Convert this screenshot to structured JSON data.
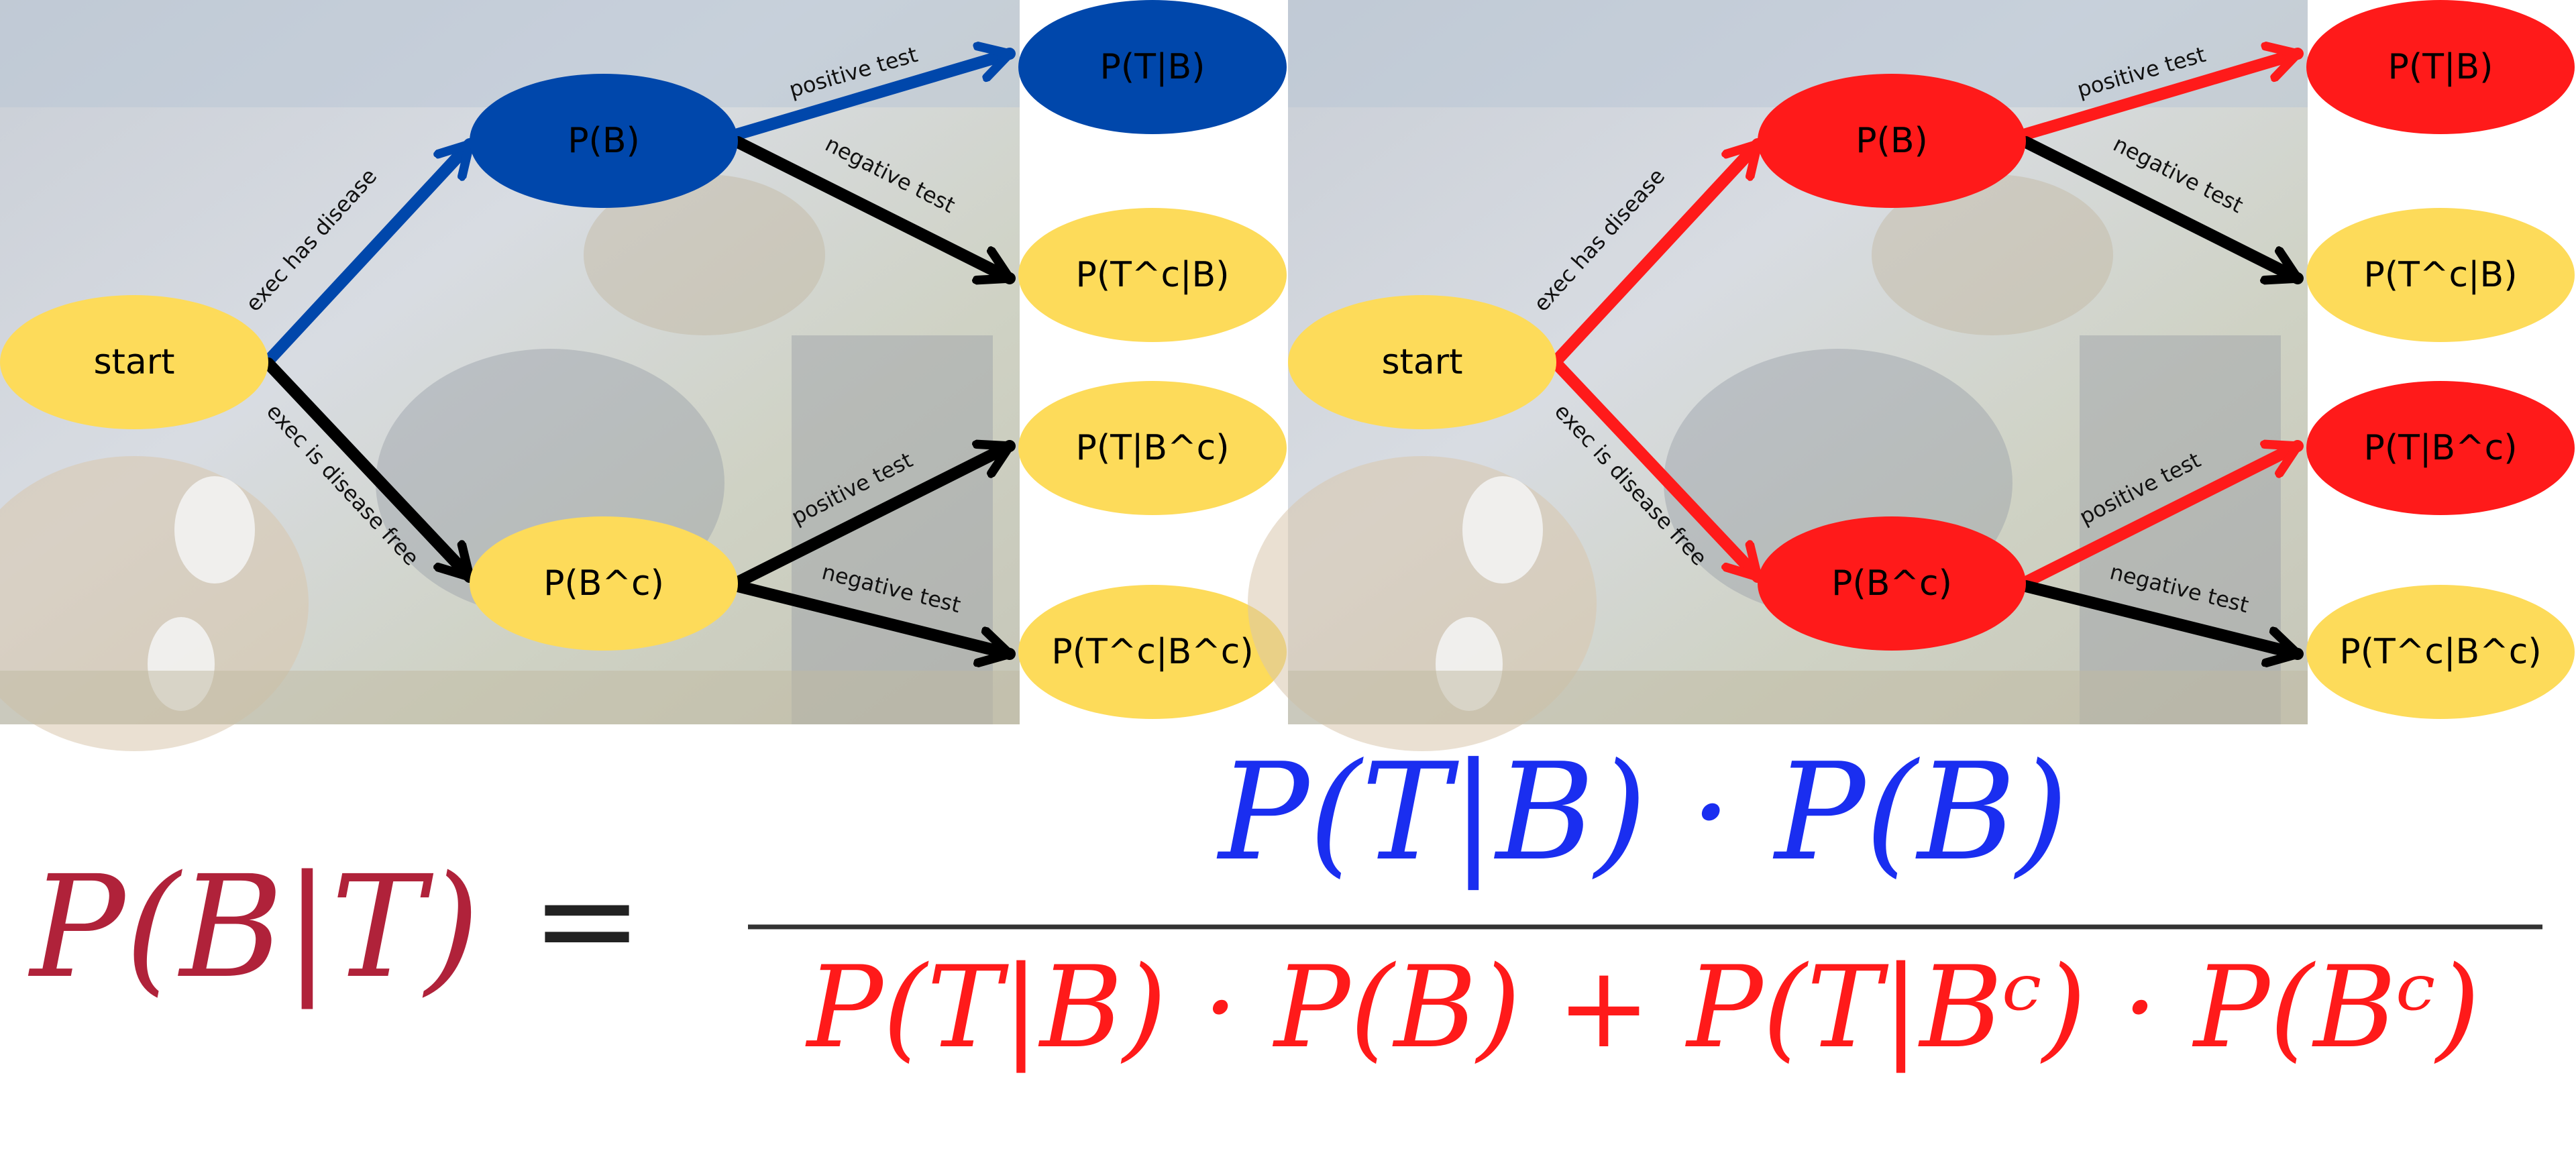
{
  "colors": {
    "blue": "#0047ab",
    "red": "#ff1a1a",
    "yellow": "#fddb5a",
    "black": "#000000",
    "bar_rule": "#333333"
  },
  "tree_left": {
    "start": "start",
    "b": "P(B)",
    "bc": "P(B^c)",
    "t_b": "P(T|B)",
    "tc_b": "P(T^c|B)",
    "t_bc": "P(T|B^c)",
    "tc_bc": "P(T^c|B^c)",
    "edge_has": "exec has disease",
    "edge_free": "exec is disease free",
    "pos1": "positive test",
    "neg1": "negative test",
    "pos2": "positive test",
    "neg2": "negative test"
  },
  "tree_right": {
    "start": "start",
    "b": "P(B)",
    "bc": "P(B^c)",
    "t_b": "P(T|B)",
    "tc_b": "P(T^c|B)",
    "t_bc": "P(T|B^c)",
    "tc_bc": "P(T^c|B^c)",
    "edge_has": "exec has disease",
    "edge_free": "exec is disease free",
    "pos1": "positive test",
    "neg1": "negative test",
    "pos2": "positive test",
    "neg2": "negative test"
  },
  "formula": {
    "lhs": "P(B|T)",
    "equals": "=",
    "numerator": "P(T|B) · P(B)",
    "denominator": "P(T|B) · P(B) + P(T|Bᶜ) · P(Bᶜ)"
  }
}
